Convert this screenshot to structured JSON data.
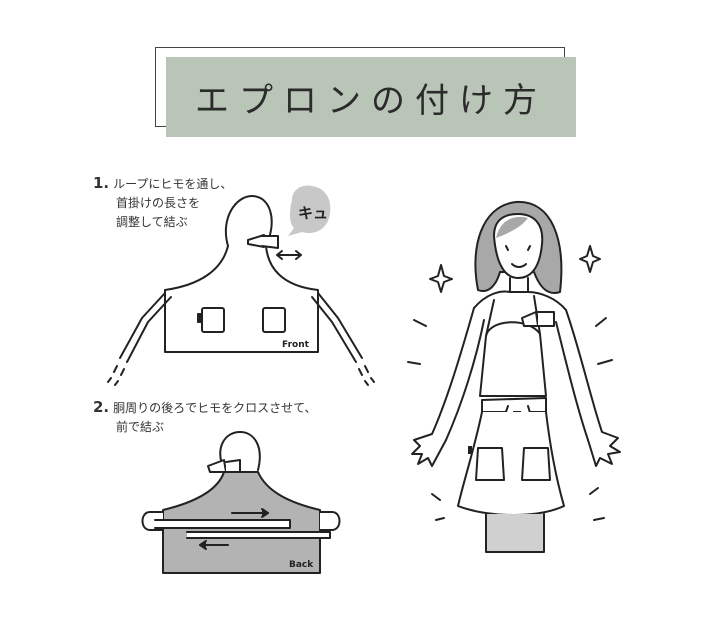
{
  "title": "エプロンの付け方",
  "steps": [
    {
      "number": "1.",
      "lines": [
        "ループにヒモを通し、",
        "首掛けの長さを",
        "調整して結ぶ"
      ]
    },
    {
      "number": "2.",
      "lines": [
        "胴周りの後ろでヒモをクロスさせて、",
        "前で結ぶ"
      ]
    }
  ],
  "labels": {
    "front": "Front",
    "back": "Back",
    "sound": "キュ"
  },
  "colors": {
    "title_bg": "#b9c5b7",
    "apron_back": "#b3b3b3",
    "hair": "#a8a8a8",
    "bubble": "#c8c8c8"
  }
}
